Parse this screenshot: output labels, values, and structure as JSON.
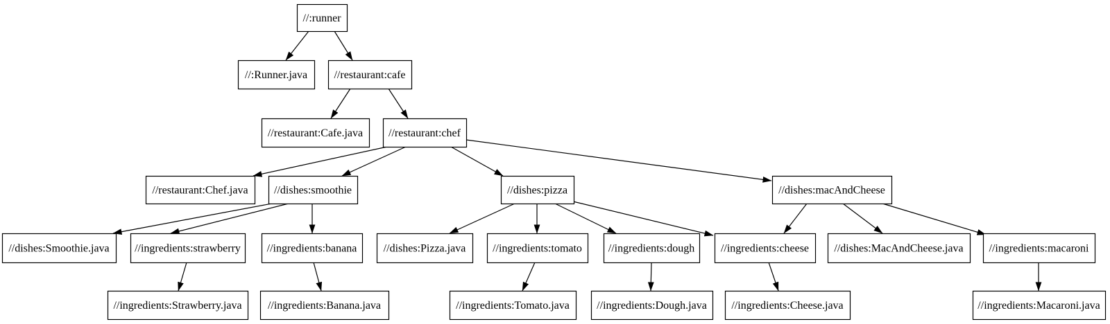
{
  "diagram": {
    "type": "dependency-graph",
    "background_color": "#ffffff",
    "node_fill_color": "#ffffff",
    "node_border_color": "#000000",
    "edge_color": "#000000",
    "text_color": "#000000",
    "nodes": [
      {
        "id": "runner",
        "label": "//:runner"
      },
      {
        "id": "runner_java",
        "label": "//:Runner.java"
      },
      {
        "id": "cafe",
        "label": "//restaurant:cafe"
      },
      {
        "id": "cafe_java",
        "label": "//restaurant:Cafe.java"
      },
      {
        "id": "chef",
        "label": "//restaurant:chef"
      },
      {
        "id": "chef_java",
        "label": "//restaurant:Chef.java"
      },
      {
        "id": "smoothie",
        "label": "//dishes:smoothie"
      },
      {
        "id": "pizza",
        "label": "//dishes:pizza"
      },
      {
        "id": "macandcheese",
        "label": "//dishes:macAndCheese"
      },
      {
        "id": "smoothie_java",
        "label": "//dishes:Smoothie.java"
      },
      {
        "id": "strawberry",
        "label": "//ingredients:strawberry"
      },
      {
        "id": "banana",
        "label": "//ingredients:banana"
      },
      {
        "id": "pizza_java",
        "label": "//dishes:Pizza.java"
      },
      {
        "id": "tomato",
        "label": "//ingredients:tomato"
      },
      {
        "id": "dough",
        "label": "//ingredients:dough"
      },
      {
        "id": "cheese",
        "label": "//ingredients:cheese"
      },
      {
        "id": "macandcheese_java",
        "label": "//dishes:MacAndCheese.java"
      },
      {
        "id": "macaroni",
        "label": "//ingredients:macaroni"
      },
      {
        "id": "strawberry_java",
        "label": "//ingredients:Strawberry.java"
      },
      {
        "id": "banana_java",
        "label": "//ingredients:Banana.java"
      },
      {
        "id": "tomato_java",
        "label": "//ingredients:Tomato.java"
      },
      {
        "id": "dough_java",
        "label": "//ingredients:Dough.java"
      },
      {
        "id": "cheese_java",
        "label": "//ingredients:Cheese.java"
      },
      {
        "id": "macaroni_java",
        "label": "//ingredients:Macaroni.java"
      }
    ],
    "edges": [
      {
        "from": "runner",
        "to": "runner_java"
      },
      {
        "from": "runner",
        "to": "cafe"
      },
      {
        "from": "cafe",
        "to": "cafe_java"
      },
      {
        "from": "cafe",
        "to": "chef"
      },
      {
        "from": "chef",
        "to": "chef_java"
      },
      {
        "from": "chef",
        "to": "smoothie"
      },
      {
        "from": "chef",
        "to": "pizza"
      },
      {
        "from": "chef",
        "to": "macandcheese"
      },
      {
        "from": "smoothie",
        "to": "smoothie_java"
      },
      {
        "from": "smoothie",
        "to": "strawberry"
      },
      {
        "from": "smoothie",
        "to": "banana"
      },
      {
        "from": "strawberry",
        "to": "strawberry_java"
      },
      {
        "from": "banana",
        "to": "banana_java"
      },
      {
        "from": "pizza",
        "to": "pizza_java"
      },
      {
        "from": "pizza",
        "to": "tomato"
      },
      {
        "from": "pizza",
        "to": "dough"
      },
      {
        "from": "pizza",
        "to": "cheese"
      },
      {
        "from": "macandcheese",
        "to": "cheese"
      },
      {
        "from": "macandcheese",
        "to": "macandcheese_java"
      },
      {
        "from": "macandcheese",
        "to": "macaroni"
      },
      {
        "from": "tomato",
        "to": "tomato_java"
      },
      {
        "from": "dough",
        "to": "dough_java"
      },
      {
        "from": "cheese",
        "to": "cheese_java"
      },
      {
        "from": "macaroni",
        "to": "macaroni_java"
      }
    ]
  }
}
